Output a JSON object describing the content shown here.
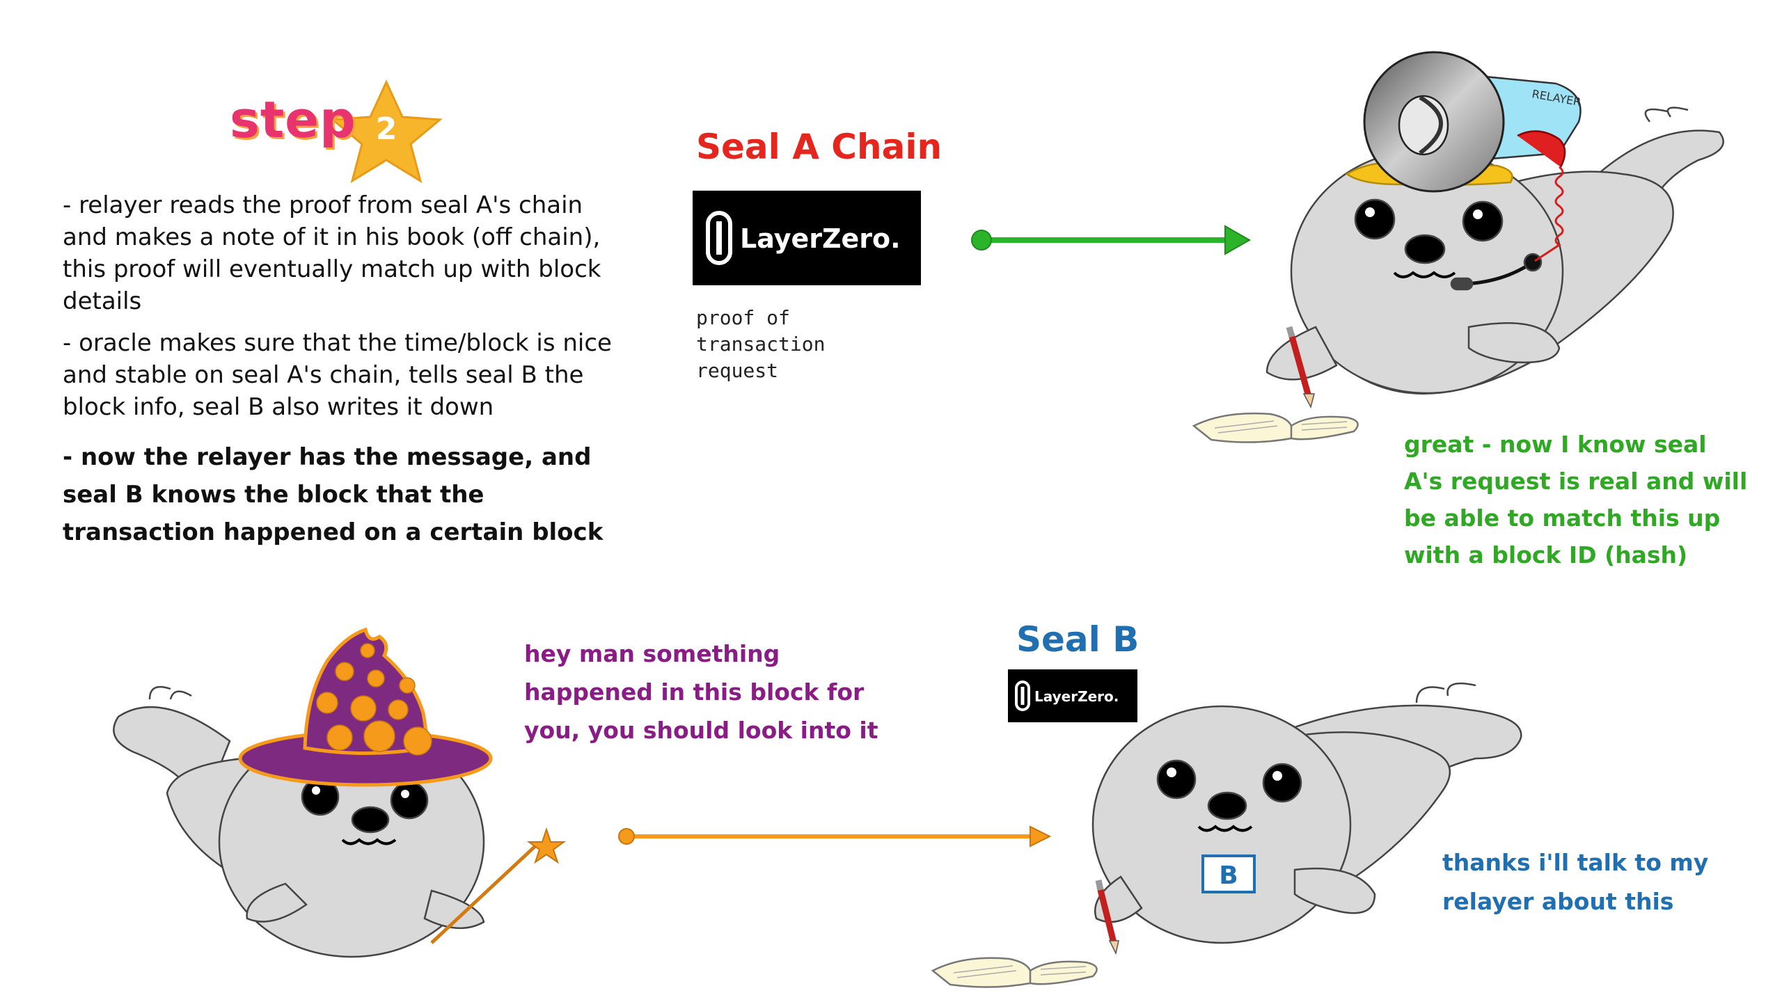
{
  "header": {
    "step_word": "step",
    "step_number": "2"
  },
  "bullets": [
    "- relayer reads the proof from seal A's chain and makes a note of it in his book (off chain), this proof will eventually match up with block details",
    "- oracle makes sure that the time/block is nice and stable on seal A's chain, tells seal B the block info, seal B also writes it down",
    "- now the relayer has the message, and seal B knows the block that the transaction happened on a certain block"
  ],
  "seal_a": {
    "title": "Seal A Chain",
    "logo_text": "LayerZero.",
    "proof_label": "proof  of\ntransaction\nrequest"
  },
  "relayer": {
    "cap_text": "RELAYER",
    "speech": "great - now I know seal A's request is real and will be able to match this up with a block ID (hash)"
  },
  "oracle": {
    "speech": "hey man something happened in this block for you, you should look into it"
  },
  "seal_b": {
    "title": "Seal B",
    "logo_text": "LayerZero.",
    "badge": "B",
    "speech": "thanks i'll talk to my relayer about this"
  },
  "colors": {
    "seal_a_title": "#e5261f",
    "seal_b_title": "#1f6fb1",
    "relayer_speech": "#2fa823",
    "oracle_speech": "#8a1c86",
    "step_word": "#e8336f",
    "step_star": "#f7b52c",
    "arrow_green": "#2bb32a",
    "arrow_orange": "#f59a1b",
    "seal_body": "#d9d9d9"
  }
}
